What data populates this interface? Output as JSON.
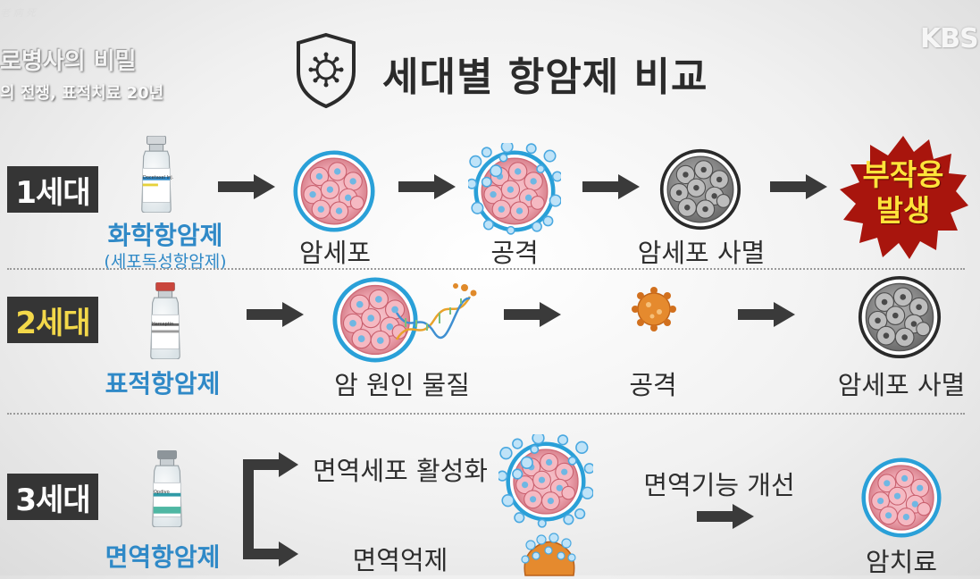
{
  "program": {
    "subtitle": "老 病 死",
    "title": "로병사의 비밀",
    "episode": "의 전쟁, 표적치료 20년"
  },
  "broadcaster": "KBS",
  "title": "세대별 항암제 비교",
  "generations": [
    {
      "badge": "1세대",
      "drug_name": "화학항암제",
      "drug_sub": "(세포독성항암제)",
      "vial_label": "Docetaxel Inj.",
      "steps": [
        "암세포",
        "공격",
        "암세포 사멸"
      ],
      "outcome": [
        "부작용",
        "발생"
      ]
    },
    {
      "badge": "2세대",
      "drug_name": "표적항암제",
      "vial_label": "Herceptin",
      "steps": [
        "암 원인 물질",
        "공격",
        "암세포 사멸"
      ]
    },
    {
      "badge": "3세대",
      "drug_name": "면역항암제",
      "vial_label": "Opdivo",
      "branch_top": "면역세포 활성화",
      "branch_bottom": "면역억제",
      "middle": "면역기능 개선",
      "result": "암치료"
    }
  ],
  "colors": {
    "badge_bg": "#353535",
    "badge_text": "#ffffff",
    "badge_highlight": "#f3d84a",
    "drug_label": "#2f89c7",
    "burst_red": "#a8150d",
    "burst_text": "#ffe33a",
    "arrow": "#3a3a3a"
  }
}
